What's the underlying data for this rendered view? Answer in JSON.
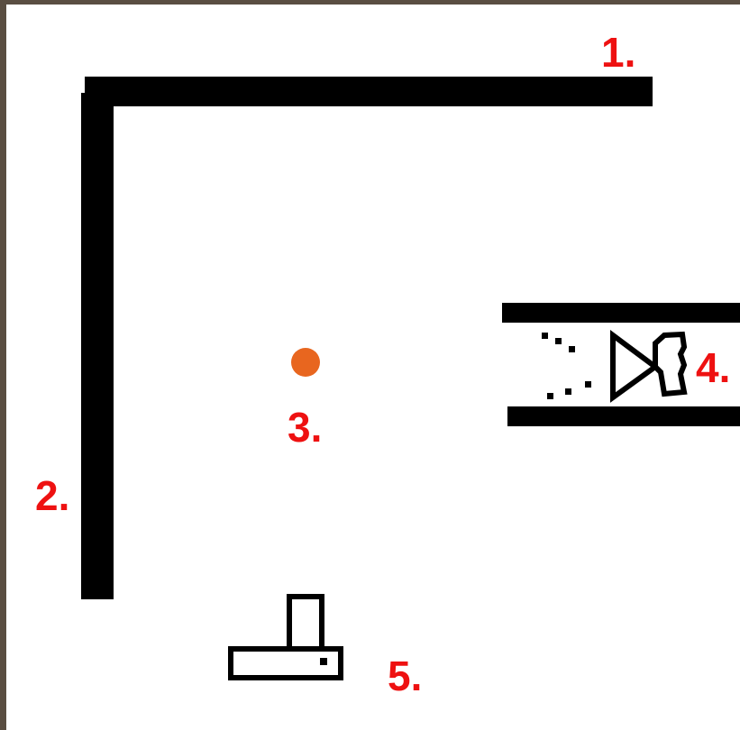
{
  "labels": {
    "item1": "1.",
    "item2": "2.",
    "item3": "3.",
    "item4": "4.",
    "item5": "5."
  },
  "colors": {
    "frame": "#5a4e42",
    "background": "#ffffff",
    "wall": "#000000",
    "label": "#ee1111",
    "dot": "#e8661f"
  },
  "icons": {
    "item4": "speaker-icon",
    "item5": "lamp-icon"
  }
}
